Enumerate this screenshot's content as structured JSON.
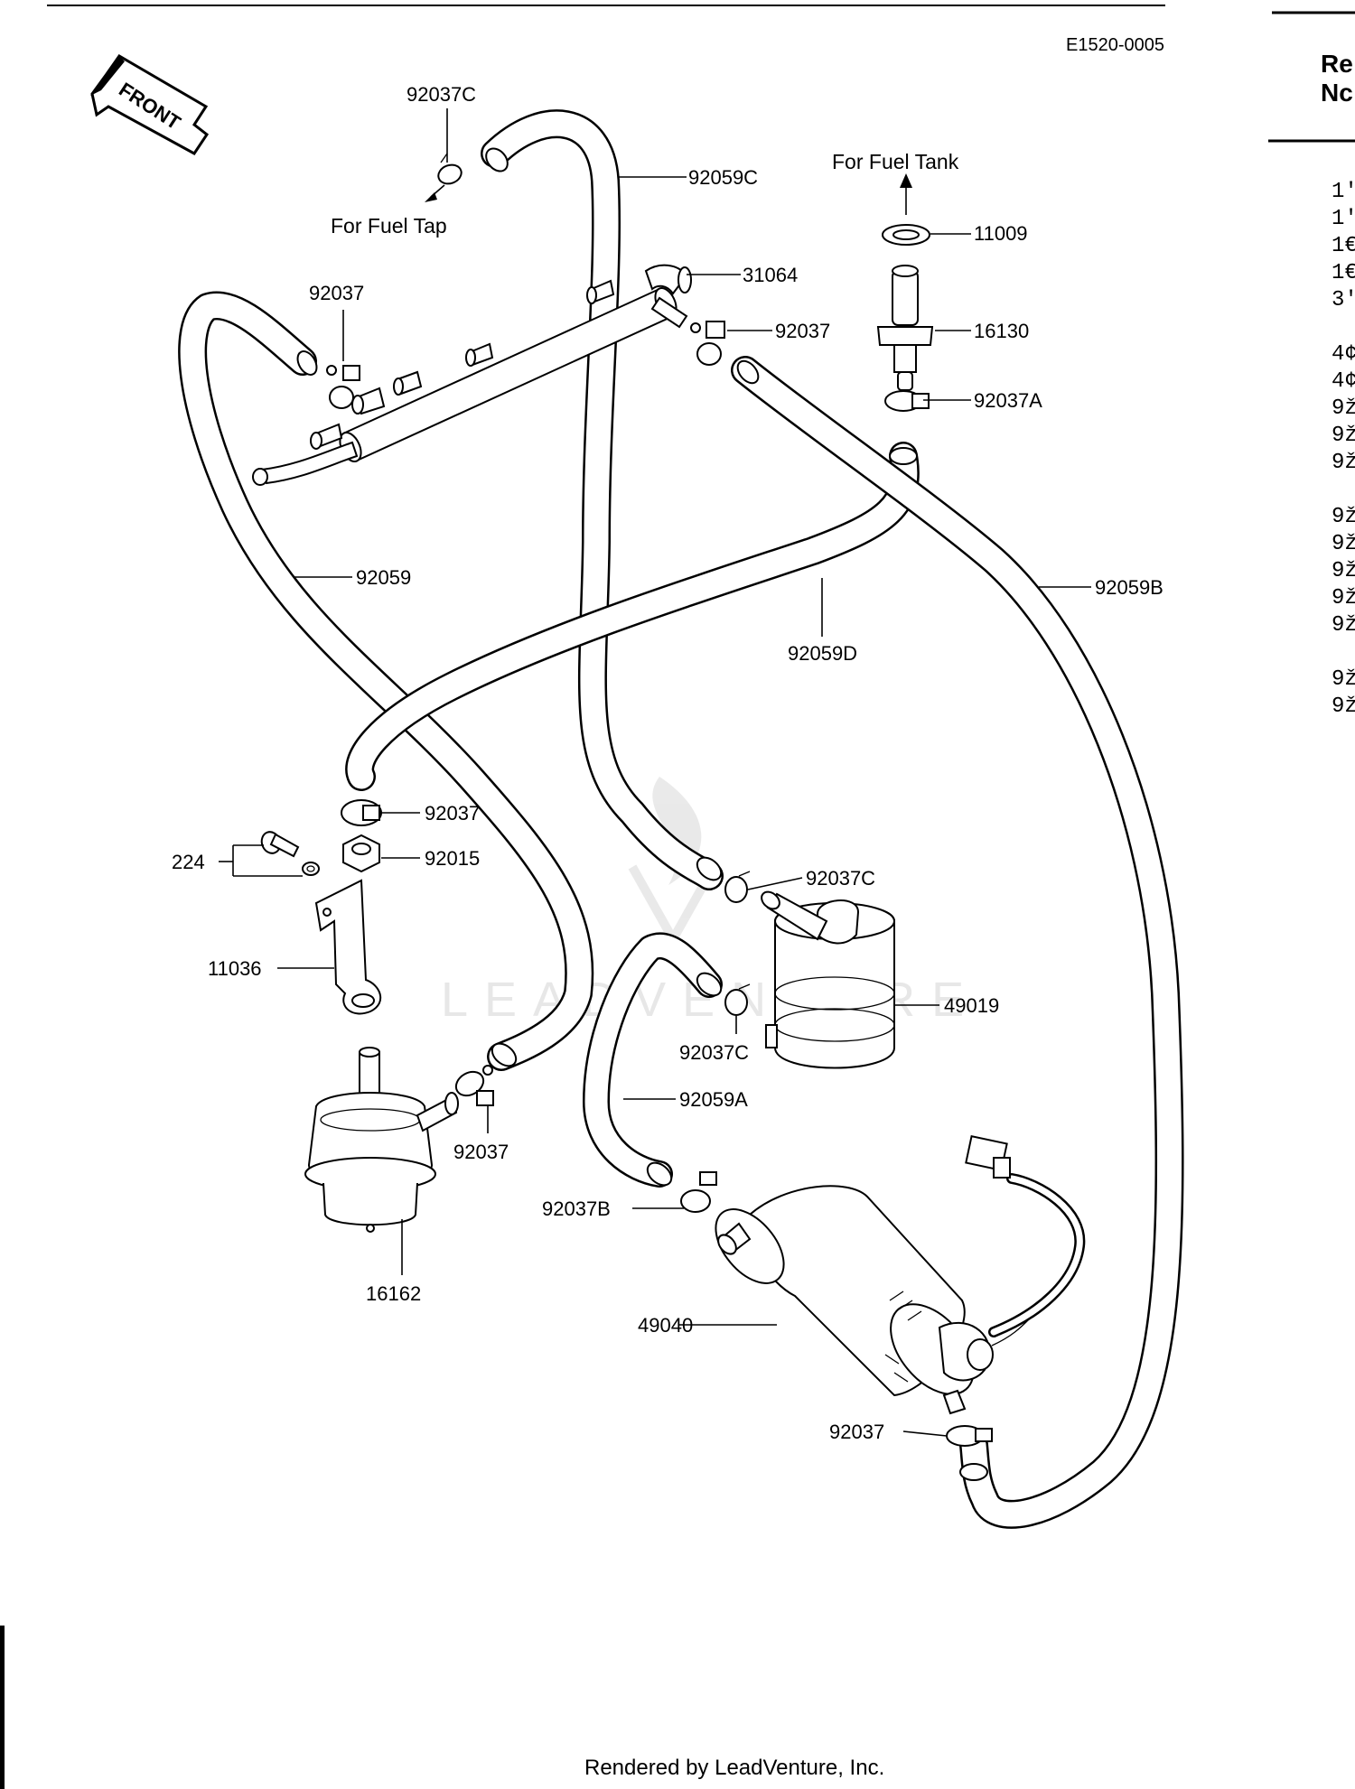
{
  "diagram_code": "E1520-0005",
  "front_label": "FRONT",
  "captions": {
    "fuel_tap": "For Fuel Tap",
    "fuel_tank": "For Fuel Tank"
  },
  "callouts": {
    "c92037C_top": "92037C",
    "c92059C": "92059C",
    "c11009": "11009",
    "c31064": "31064",
    "c92037_left": "92037",
    "c92037_right": "92037",
    "c16130": "16130",
    "c92037A": "92037A",
    "c92059": "92059",
    "c92059B": "92059B",
    "c92059D": "92059D",
    "c92037_mid": "92037",
    "c224": "224",
    "c92015": "92015",
    "c92037C_mid": "92037C",
    "c11036": "11036",
    "c49019": "49019",
    "c92037C_low": "92037C",
    "c92059A": "92059A",
    "c92037_reg": "92037",
    "c92037B": "92037B",
    "c16162": "16162",
    "c49040": "49040",
    "c92037_pump": "92037"
  },
  "side_panel": {
    "header_line1": "Re",
    "header_line2": "Nc",
    "ref_numbers": [
      "1′",
      "1′",
      "1€",
      "1€",
      "3′",
      "4¢",
      "4¢",
      "9ž",
      "9ž",
      "9ž",
      "9ž",
      "9ž",
      "9ž",
      "9ž",
      "9ž",
      "9ž",
      "9ž"
    ]
  },
  "watermark": "LEADVENTURE",
  "footer": "Rendered by LeadVenture, Inc."
}
